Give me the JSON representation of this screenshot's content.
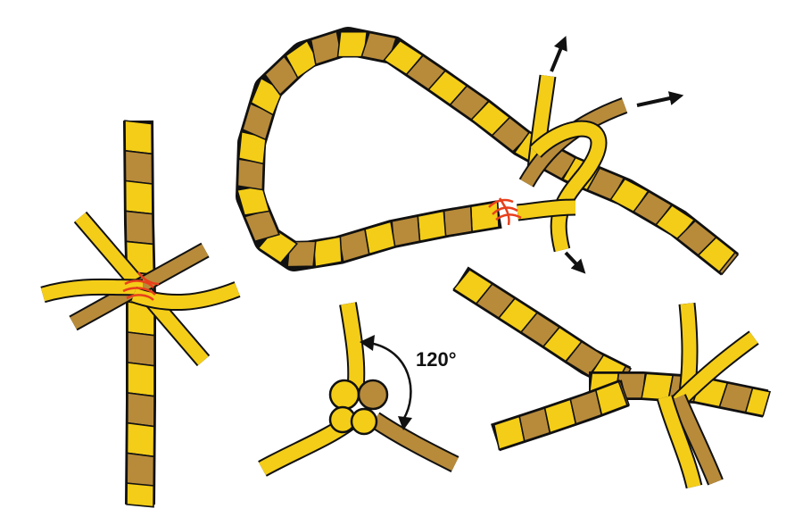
{
  "colors": {
    "yellow": "#F4CD18",
    "brown": "#B88B3A",
    "outline": "#111111",
    "whipping": "#E8401C",
    "background": "#FFFFFF"
  },
  "figures": {
    "cross_splice": {
      "strand_count": 3
    },
    "eye_splice": {
      "tuck_arrow_count": 3,
      "whipping": true
    },
    "strand_cross_section": {
      "angle_label": "120°",
      "strand_count": 3
    },
    "short_splice": {
      "strand_count": 3
    }
  }
}
